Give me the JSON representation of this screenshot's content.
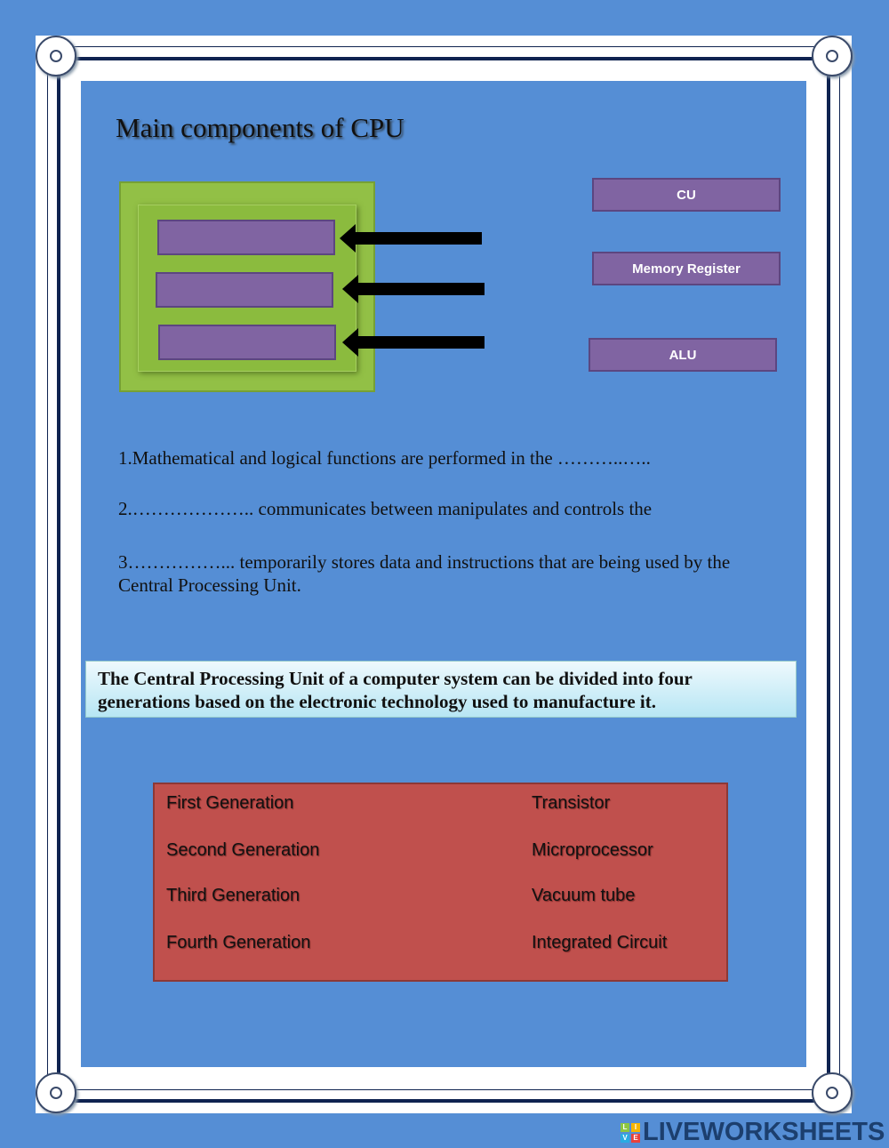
{
  "title": "Main components of CPU",
  "labels": [
    "CU",
    "Memory Register",
    "ALU"
  ],
  "questions": [
    "1.Mathematical and logical functions are performed in the ………..…..",
    "2.……………….. communicates between manipulates and controls the",
    "3……………... temporarily stores data and instructions that are being used by the Central Processing Unit."
  ],
  "info": "The Central Processing Unit of a computer system can be divided into four generations based on the electronic technology used to manufacture it.",
  "generations": [
    "First Generation",
    "Second Generation",
    "Third Generation",
    "Fourth Generation"
  ],
  "technologies": [
    "Transistor",
    "Microprocessor",
    "Vacuum tube",
    "Integrated Circuit"
  ],
  "logo": {
    "text": "LIVEWORKSHEETS",
    "letters": [
      "L",
      "I",
      "V",
      "E"
    ]
  }
}
